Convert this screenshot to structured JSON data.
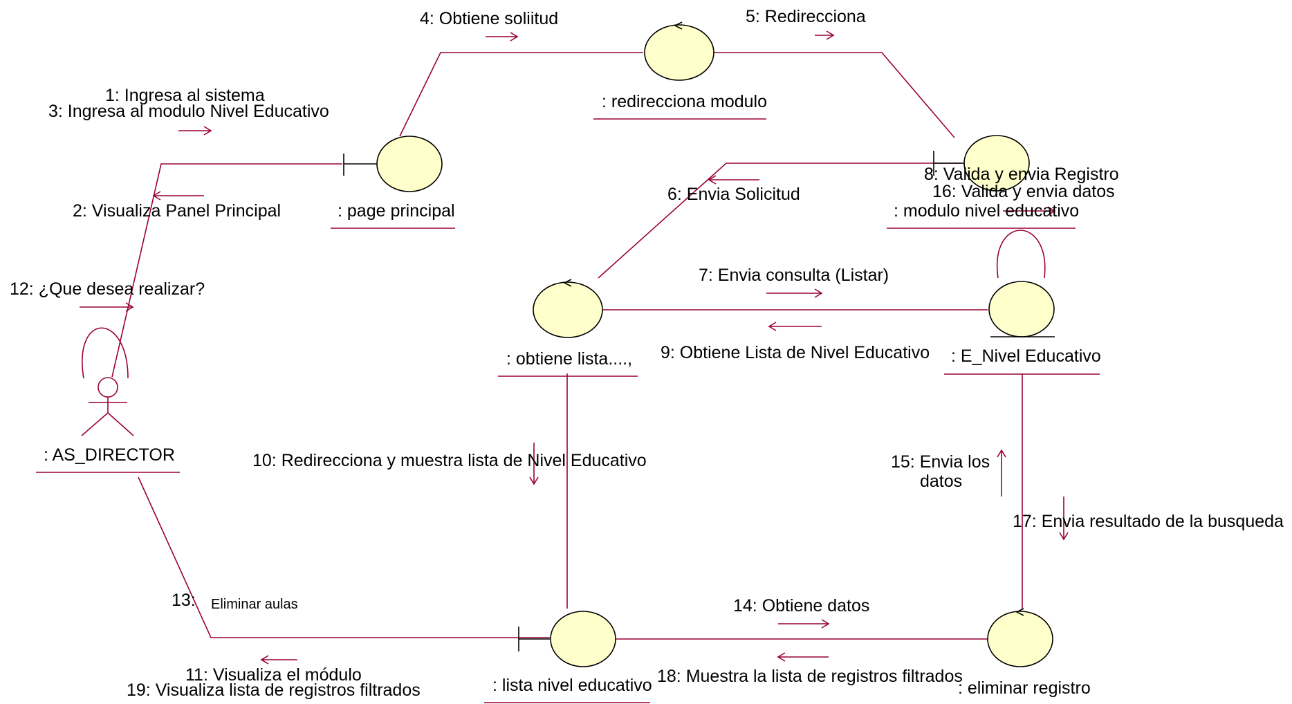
{
  "colors": {
    "link": "#990033",
    "object_fill": "#ffffcc",
    "object_stroke": "#000000",
    "text": "#000000",
    "background": "#ffffff"
  },
  "actor": {
    "name": ": AS_DIRECTOR"
  },
  "objects": {
    "page_principal": ": page principal",
    "redirecciona_modulo": ": redirecciona modulo",
    "modulo_nivel_educativo": ": modulo nivel educativo",
    "obtiene_lista": ": obtiene lista....,",
    "e_nivel_educativo": ": E_Nivel Educativo",
    "lista_nivel_educativo": ": lista nivel educativo",
    "eliminar_registro": ": eliminar registro"
  },
  "messages": {
    "m1": "1: Ingresa al sistema",
    "m2": "2: Visualiza Panel Principal",
    "m3": "3: Ingresa al modulo Nivel Educativo",
    "m4": "4: Obtiene soliitud",
    "m5": "5: Redirecciona",
    "m6": "6: Envia Solicitud",
    "m7": "7: Envia consulta (Listar)",
    "m8": "8: Valida y envia Registro",
    "m9": "9: Obtiene Lista de Nivel Educativo",
    "m10": "10: Redirecciona y muestra lista de Nivel Educativo",
    "m11": "11: Visualiza el módulo",
    "m12": "12: ¿Que desea realizar?",
    "m13_num": "13:",
    "m13_text": "Eliminar aulas",
    "m14": "14: Obtiene datos",
    "m15_line1": "15: Envia los",
    "m15_line2": "datos",
    "m16": "16: Valida y envia datos",
    "m17": "17: Envia resultado de la busqueda",
    "m18": "18: Muestra la lista de registros filtrados",
    "m19": "19: Visualiza lista de registros filtrados"
  }
}
